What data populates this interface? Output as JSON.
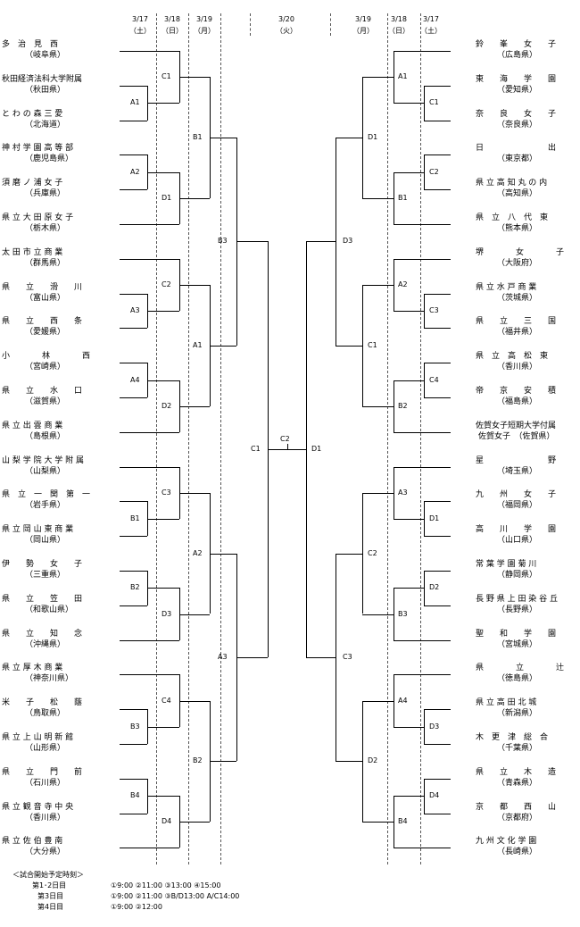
{
  "dates": {
    "left": [
      {
        "date": "3/17",
        "day": "（土）"
      },
      {
        "date": "3/18",
        "day": "（日）"
      },
      {
        "date": "3/19",
        "day": "（月）"
      }
    ],
    "center": {
      "date": "3/20",
      "day": "（火）"
    },
    "right": [
      {
        "date": "3/19",
        "day": "（月）"
      },
      {
        "date": "3/18",
        "day": "（日）"
      },
      {
        "date": "3/17",
        "day": "（土）"
      }
    ]
  },
  "left_teams": [
    {
      "name": "多　治　見　西",
      "pref": "（岐阜県）"
    },
    {
      "name": "秋田経済法科大学附属",
      "pref": "（秋田県）"
    },
    {
      "name": "と わ の 森 三 愛",
      "pref": "（北海道）"
    },
    {
      "name": "神 村 学 園 高 等 部",
      "pref": "（鹿児島県）"
    },
    {
      "name": "須 磨 ノ 浦 女 子",
      "pref": "（兵庫県）"
    },
    {
      "name": "県 立 大 田 原 女 子",
      "pref": "（栃木県）"
    },
    {
      "name": "太 田 市 立 商 業",
      "pref": "（群馬県）"
    },
    {
      "name": "県　　立　　滑　　川",
      "pref": "（富山県）"
    },
    {
      "name": "県　　立　　西　　条",
      "pref": "（愛媛県）"
    },
    {
      "name": "小　　　　林　　　　西",
      "pref": "（宮崎県）"
    },
    {
      "name": "県　　立　　水　　口",
      "pref": "（滋賀県）"
    },
    {
      "name": "県 立 出 雲 商 業",
      "pref": "（島根県）"
    },
    {
      "name": "山 梨 学 院 大 学 附 属",
      "pref": "（山梨県）"
    },
    {
      "name": "県　立　一　関　第　一",
      "pref": "（岩手県）"
    },
    {
      "name": "県 立 岡 山 東 商 業",
      "pref": "（岡山県）"
    },
    {
      "name": "伊　　勢　　女　　子",
      "pref": "（三重県）"
    },
    {
      "name": "県　　立　　笠　　田",
      "pref": "（和歌山県）"
    },
    {
      "name": "県　　立　　知　　念",
      "pref": "（沖縄県）"
    },
    {
      "name": "県 立 厚 木 商 業",
      "pref": "（神奈川県）"
    },
    {
      "name": "米　　子　　松　　蔭",
      "pref": "（鳥取県）"
    },
    {
      "name": "県 立 上 山 明 新 館",
      "pref": "（山形県）"
    },
    {
      "name": "県　　立　　門　　前",
      "pref": "（石川県）"
    },
    {
      "name": "県 立 観 音 寺 中 央",
      "pref": "（香川県）"
    },
    {
      "name": "県 立 佐 伯 豊 南",
      "pref": "（大分県）"
    }
  ],
  "right_teams": [
    {
      "name": "鈴　　峯　　女　　子",
      "pref": "（広島県）"
    },
    {
      "name": "東　　海　　学　　園",
      "pref": "（愛知県）"
    },
    {
      "name": "奈　　良　　女　　子",
      "pref": "（奈良県）"
    },
    {
      "name": "日　　　　　　　　出",
      "pref": "（東京都）"
    },
    {
      "name": "県 立 高 知 丸 の 内",
      "pref": "（高知県）"
    },
    {
      "name": "県　立　八　代　東",
      "pref": "（熊本県）"
    },
    {
      "name": "堺　　　　女　　　　子",
      "pref": "（大阪府）"
    },
    {
      "name": "県 立 水 戸 商 業",
      "pref": "（茨城県）"
    },
    {
      "name": "県　　立　　三　　国",
      "pref": "（福井県）"
    },
    {
      "name": "県　立　高　松　東",
      "pref": "（香川県）"
    },
    {
      "name": "帝　　京　　安　　積",
      "pref": "（福島県）"
    },
    {
      "name": "佐賀女子短期大学付属",
      "pref": "佐賀女子　（佐賀県）"
    },
    {
      "name": "星　　　　　　　　野",
      "pref": "（埼玉県）"
    },
    {
      "name": "九　　州　　女　　子",
      "pref": "（福岡県）"
    },
    {
      "name": "高　　川　　学　　園",
      "pref": "（山口県）"
    },
    {
      "name": "常 葉 学 園 菊 川",
      "pref": "（静岡県）"
    },
    {
      "name": "長 野 県 上 田 染 谷 丘",
      "pref": "（長野県）"
    },
    {
      "name": "聖　　和　　学　　園",
      "pref": "（宮城県）"
    },
    {
      "name": "県　　　　立　　　　辻",
      "pref": "（徳島県）"
    },
    {
      "name": "県 立 高 田 北 城",
      "pref": "（新潟県）"
    },
    {
      "name": "木　更　津　総　合",
      "pref": "（千葉県）"
    },
    {
      "name": "県　　立　　木　　造",
      "pref": "（青森県）"
    },
    {
      "name": "京　　都　　西　　山",
      "pref": "（京都府）"
    },
    {
      "name": "九 州 文 化 学 園",
      "pref": "（長崎県）"
    }
  ],
  "rounds": {
    "left_r1": [
      "A1",
      "A2",
      "A3",
      "A4",
      "B1",
      "B2",
      "B3",
      "B4"
    ],
    "left_r2": [
      "C1",
      "D1",
      "C2",
      "D2",
      "C3",
      "D3",
      "C4",
      "D4"
    ],
    "left_r3": [
      "B1",
      "A1",
      "A2",
      "B2"
    ],
    "left_qf": [
      "B3",
      "A3"
    ],
    "left_sf": "C1",
    "final": "C2",
    "right_sf": "D1",
    "right_qf": [
      "D3",
      "C3"
    ],
    "right_r3": [
      "D1",
      "C1",
      "C2",
      "D2"
    ],
    "right_r2": [
      "A1",
      "B1",
      "A2",
      "B2",
      "A3",
      "B3",
      "A4",
      "B4"
    ],
    "right_r1": [
      "C1",
      "C2",
      "C3",
      "C4",
      "D1",
      "D2",
      "D3",
      "D4"
    ]
  },
  "schedule": {
    "title": "＜試合開始予定時刻＞",
    "rows": [
      {
        "label": "第1･2日目",
        "times": "①9:00 ②11:00 ③13:00 ④15:00"
      },
      {
        "label": "第3日目",
        "times": "①9:00 ②11:00 ③B/D13:00 A/C14:00"
      },
      {
        "label": "第4日目",
        "times": "①9:00 ②12:00"
      }
    ]
  }
}
